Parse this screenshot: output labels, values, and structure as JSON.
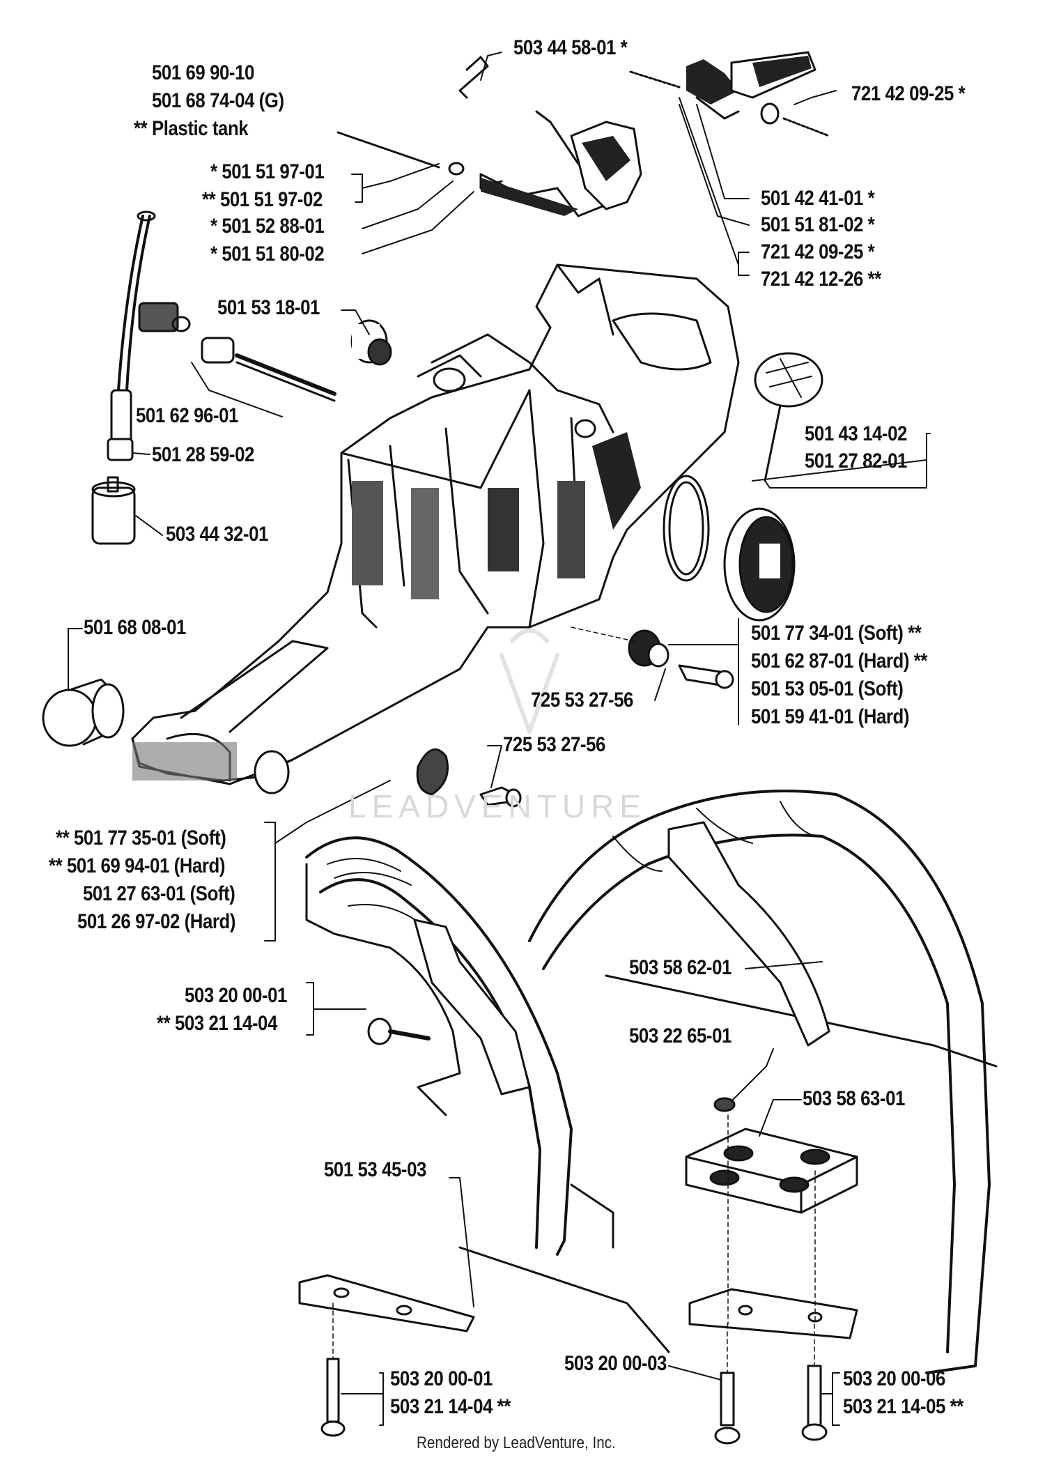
{
  "labels": {
    "tank_a": "501 69 90-10",
    "tank_b": "501 68 74-04 (G)",
    "tank_note": "** Plastic tank",
    "spring_top": "503 44 58-01  *",
    "pin_right": "721 42 09-25  *",
    "trig_1": "*  501 51 97-01",
    "trig_2": "**  501 51 97-02",
    "trig_3": "*  501 52 88-01",
    "trig_4": "*  501 51 80-02",
    "lock_1": "501 42 41-01  *",
    "lock_2": "501 51 81-02  *",
    "lock_3": "721 42 09-25  *",
    "lock_4": "721 42 12-26  **",
    "damper_top": "501 53 18-01",
    "hose_a": "501 62 96-01",
    "hose_b": "501 28 59-02",
    "filter": "503 44 32-01",
    "cap_a": "501 43 14-02",
    "cap_b": "501 27 82-01",
    "rear_damper": "501 68 08-01",
    "av_r1": "501 77 34-01 (Soft)  **",
    "av_r2": "501 62 87-01 (Hard)  **",
    "av_r3": "501 53 05-01 (Soft)",
    "av_r4": "501 59 41-01 (Hard)",
    "screw_a": "725 53 27-56",
    "screw_b": "725 53 27-56",
    "av_l1": "**  501 77 35-01 (Soft)",
    "av_l2": "**  501 69 94-01 (Hard)",
    "av_l3": "501 27 63-01 (Soft)",
    "av_l4": "501 26 97-02 (Hard)",
    "bolt_1": "503 20 00-01",
    "bolt_2": "**  503 21 14-04",
    "guard": "503 58 62-01",
    "nut": "503 22 65-01",
    "bracket": "503 58 63-01",
    "handle": "501 53 45-03",
    "bb_1": "503 20 00-01",
    "bb_2": "503 21 14-04  **",
    "bc": "503 20 00-03",
    "br_1": "503 20 00-06",
    "br_2": "503 21 14-05  **"
  },
  "footer": "Rendered by LeadVenture, Inc.",
  "watermark": "LEADVENTURE"
}
